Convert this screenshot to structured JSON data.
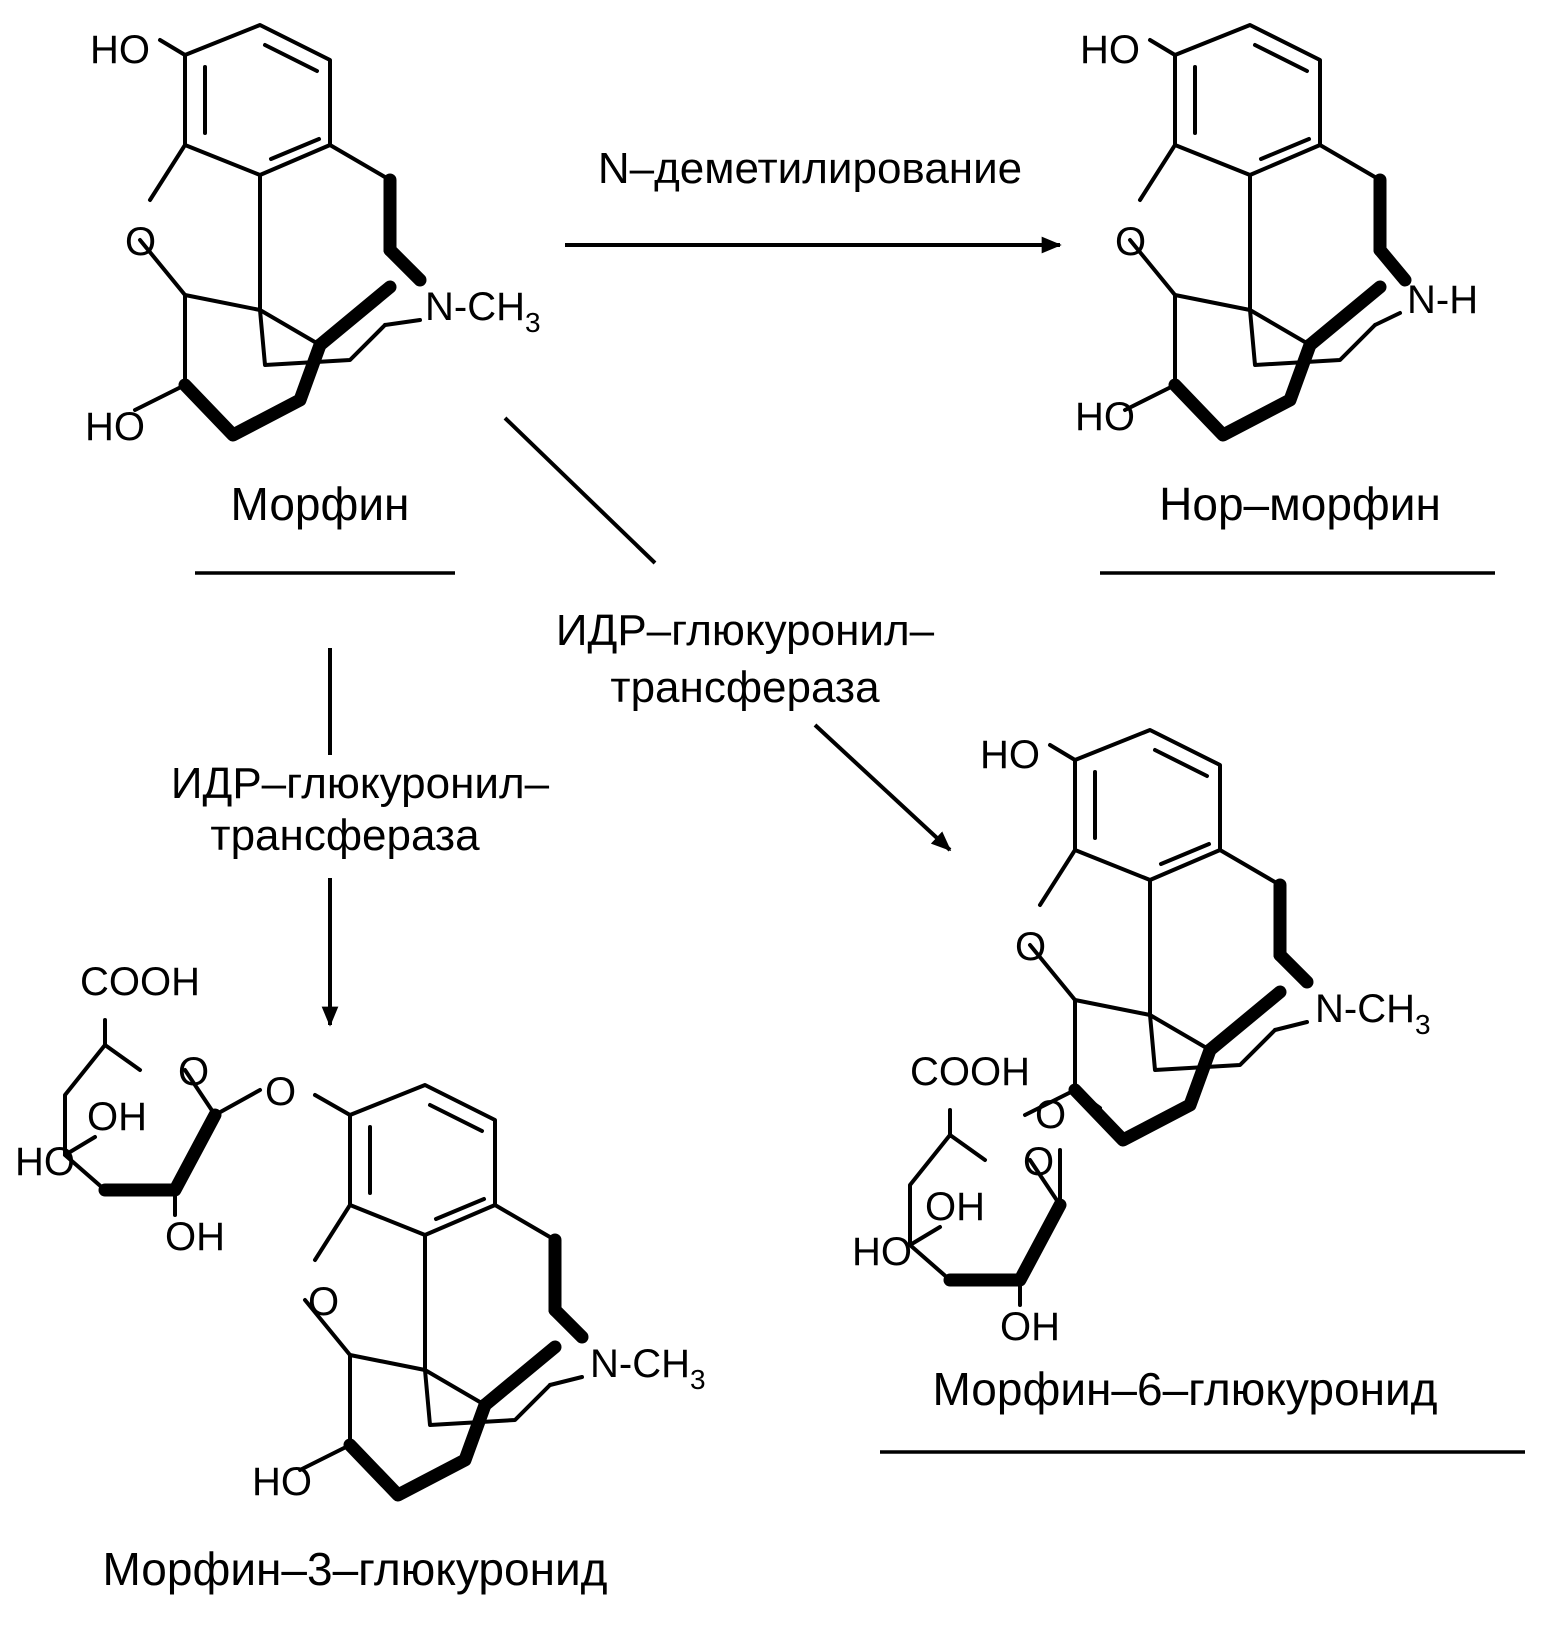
{
  "compounds": {
    "morphine": {
      "name": "Морфин",
      "oh_phenol": "HO",
      "oh_alcohol": "HO",
      "ether_o": "O",
      "n_group": "N-CH",
      "n_sub": "3"
    },
    "normorphine": {
      "name": "Нор–морфин",
      "oh_phenol": "HO",
      "oh_alcohol": "HO",
      "ether_o": "O",
      "n_group": "N-H"
    },
    "m3g": {
      "name": "Морфин–3–глюкуронид",
      "cooh": "COOH",
      "ring_o": "O",
      "link_o": "O",
      "oh_2": "OH",
      "oh_4": "HO",
      "oh_3": "OH",
      "ether_o": "O",
      "oh_alcohol": "HO",
      "n_group": "N-CH",
      "n_sub": "3"
    },
    "m6g": {
      "name": "Морфин–6–глюкуронид",
      "cooh": "COOH",
      "ring_o": "O",
      "link_o": "O",
      "oh_2": "OH",
      "oh_4": "HO",
      "oh_3": "OH",
      "ether_o": "O",
      "oh_phenol": "HO",
      "n_group": "N-CH",
      "n_sub": "3"
    }
  },
  "reactions": {
    "demethylation": {
      "line1": "N–деметилирование"
    },
    "glucuronidation_3": {
      "line1": "ИДР–глюкуронил–",
      "line2": "трансфераза"
    },
    "glucuronidation_6": {
      "line1": "ИДР–глюкуронил–",
      "line2": "трансфераза"
    }
  }
}
